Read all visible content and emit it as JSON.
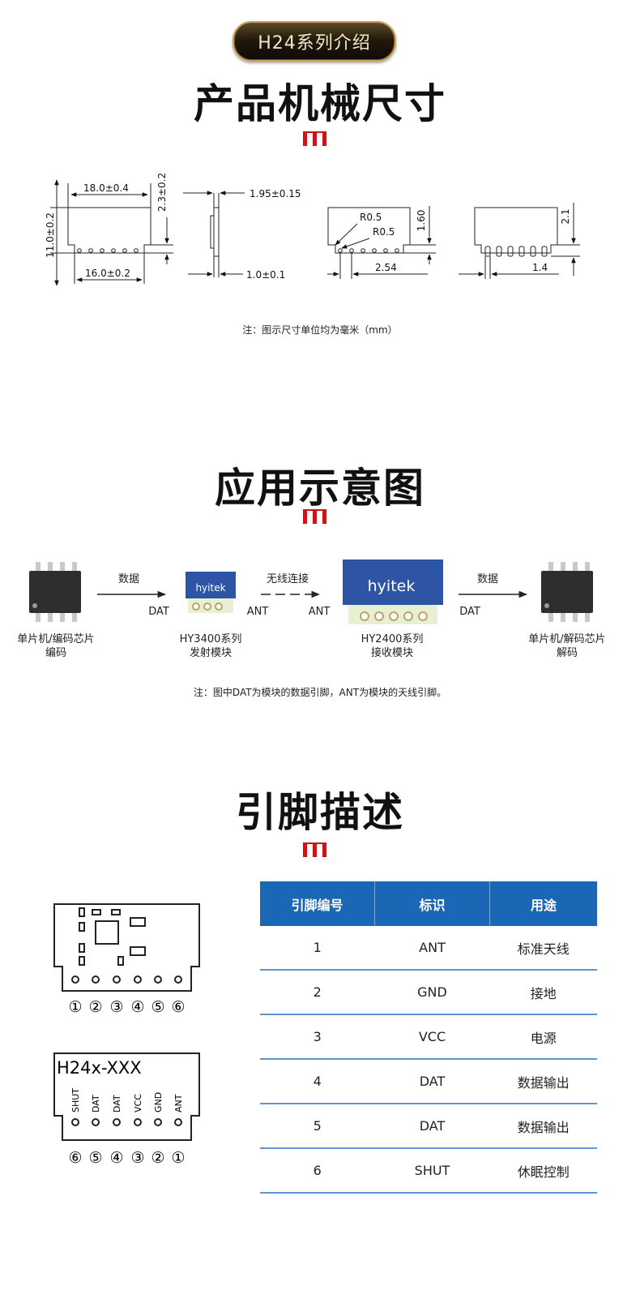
{
  "badge": {
    "label": "H24系列介绍"
  },
  "colors": {
    "accent": "#c8161d",
    "table_header": "#1a67b5",
    "module_blue": "#2e55a5"
  },
  "sections": {
    "mechanical": {
      "title": "产品机械尺寸",
      "note": "注：图示尺寸单位均为毫米（mm）"
    },
    "application": {
      "title": "应用示意图",
      "note": "注：图中DAT为模块的数据引脚，ANT为模块的天线引脚。"
    },
    "pins": {
      "title": "引脚描述"
    }
  },
  "dimensions": {
    "front_width": "18.0±0.4",
    "front_height": "11.0±0.2",
    "pin_span": "16.0±0.2",
    "pin_length": "2.3±0.2",
    "thickness": "1.95±0.15",
    "pin_thickness": "1.0±0.1",
    "radius_1": "R0.5",
    "radius_2": "R0.5",
    "notch_height": "1.60",
    "pin_pitch": "2.54",
    "slot_height": "2.1",
    "slot_spacing": "1.4"
  },
  "application": {
    "chip_left": {
      "line1": "单片机/编码芯片",
      "line2": "编码"
    },
    "arrow_left": {
      "label": "数据",
      "port": "DAT"
    },
    "tx_module": {
      "brand": "hyitek",
      "name_line1": "HY3400系列",
      "name_line2": "发射模块",
      "port": "ANT"
    },
    "wireless": {
      "label": "无线连接",
      "port": "ANT"
    },
    "rx_module": {
      "brand": "hyitek",
      "name_line1": "HY2400系列",
      "name_line2": "接收模块"
    },
    "arrow_right": {
      "label": "数据",
      "port": "DAT"
    },
    "chip_right": {
      "line1": "单片机/解码芯片",
      "line2": "解码"
    }
  },
  "pin_diagram": {
    "top_numbers": [
      "①",
      "②",
      "③",
      "④",
      "⑤",
      "⑥"
    ],
    "model": "H24x-XXX",
    "pin_labels": [
      "SHUT",
      "DAT",
      "DAT",
      "VCC",
      "GND",
      "ANT"
    ],
    "bottom_numbers": [
      "⑥",
      "⑤",
      "④",
      "③",
      "②",
      "①"
    ]
  },
  "pin_table": {
    "headers": [
      "引脚编号",
      "标识",
      "用途"
    ],
    "rows": [
      [
        "1",
        "ANT",
        "标准天线"
      ],
      [
        "2",
        "GND",
        "接地"
      ],
      [
        "3",
        "VCC",
        "电源"
      ],
      [
        "4",
        "DAT",
        "数据输出"
      ],
      [
        "5",
        "DAT",
        "数据输出"
      ],
      [
        "6",
        "SHUT",
        "休眠控制"
      ]
    ]
  }
}
